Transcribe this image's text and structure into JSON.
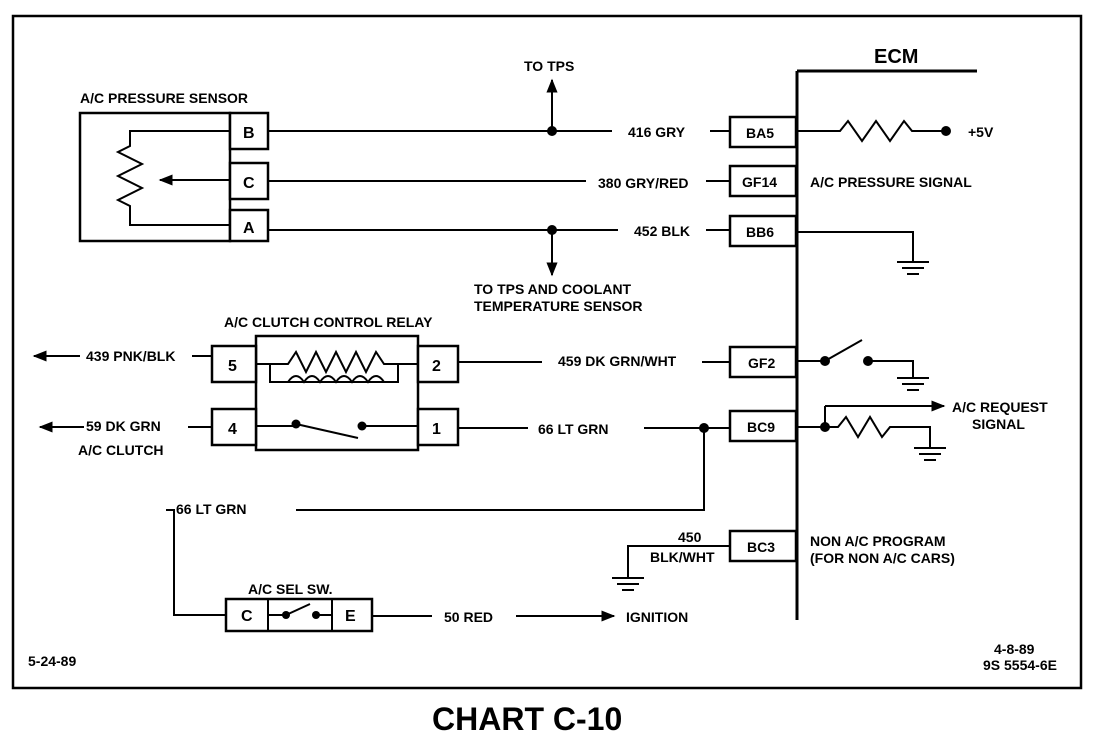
{
  "chart_title": "CHART C-10",
  "ecm_label": "ECM",
  "date_left": "5-24-89",
  "date_right": "4-8-89",
  "part_number": "9S 5554-6E",
  "pressure_sensor": {
    "title": "A/C PRESSURE SENSOR",
    "pins": [
      "B",
      "C",
      "A"
    ]
  },
  "tps_up": "TO TPS",
  "tps_down_1": "TO TPS AND COOLANT",
  "tps_down_2": "TEMPERATURE SENSOR",
  "wires": {
    "w416": "416 GRY",
    "w380": "380 GRY/RED",
    "w452": "452 BLK",
    "w459": "459 DK GRN/WHT",
    "w66a": "66 LT GRN",
    "w66b": "66 LT GRN",
    "w439": "439 PNK/BLK",
    "w59": "59 DK GRN",
    "w450a": "450",
    "w450b": "BLK/WHT",
    "w50": "50 RED"
  },
  "ecm_pins": {
    "ba5": "BA5",
    "gf14": "GF14",
    "bb6": "BB6",
    "gf2": "GF2",
    "bc9": "BC9",
    "bc3": "BC3"
  },
  "ecm_labels": {
    "plus5v": "+5V",
    "pressure_signal": "A/C PRESSURE SIGNAL",
    "request_1": "A/C REQUEST",
    "request_2": "SIGNAL",
    "nonac_1": "NON A/C PROGRAM",
    "nonac_2": "(FOR NON A/C CARS)"
  },
  "relay": {
    "title": "A/C CLUTCH CONTROL RELAY",
    "pins": [
      "5",
      "2",
      "4",
      "1"
    ]
  },
  "ac_clutch": "A/C CLUTCH",
  "selector": {
    "title": "A/C SEL SW.",
    "pins": [
      "C",
      "E"
    ]
  },
  "ignition": "IGNITION"
}
